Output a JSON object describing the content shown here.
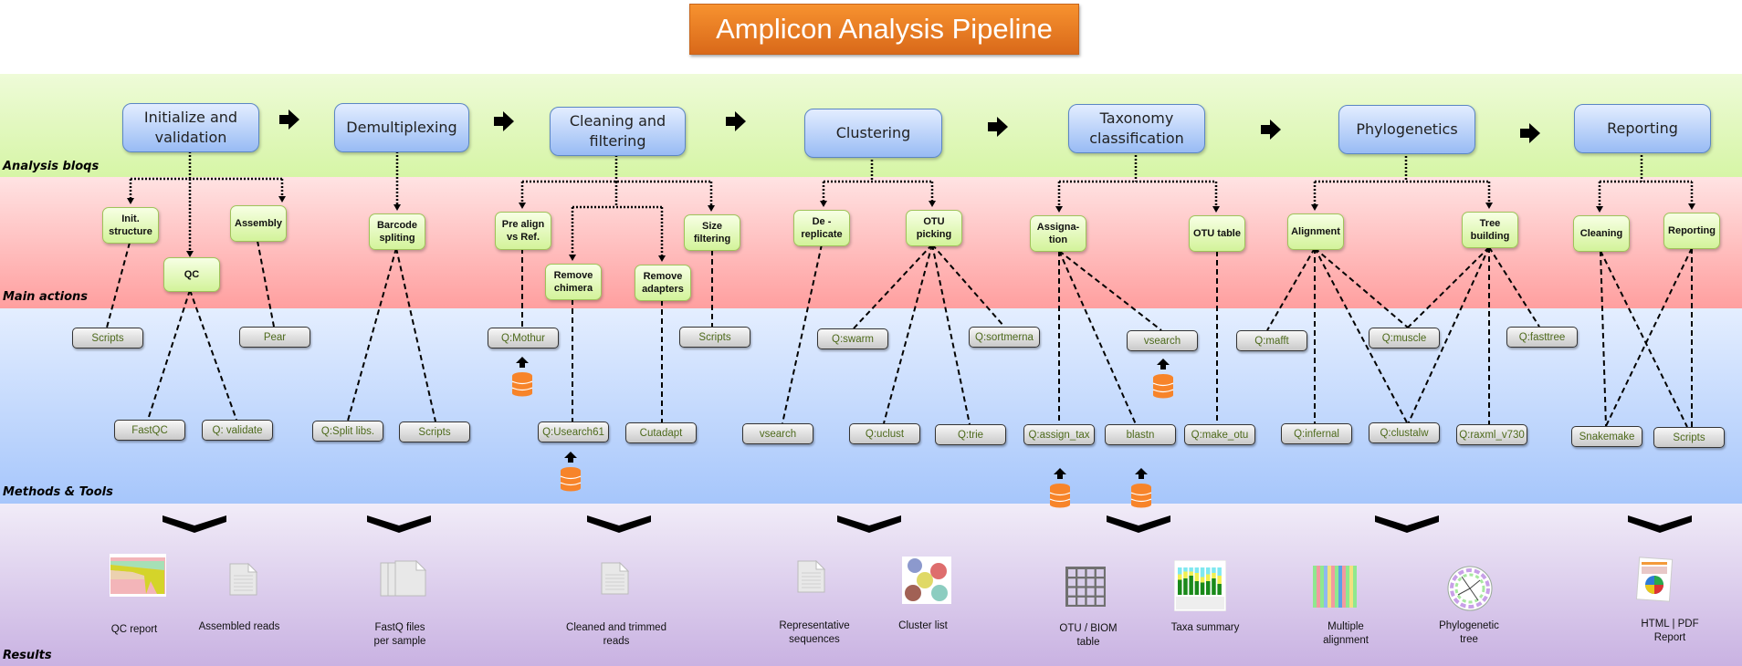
{
  "title": "Amplicon Analysis Pipeline",
  "bands": {
    "analysis": "Analysis bloqs",
    "actions": "Main actions",
    "tools": "Methods & Tools",
    "results": "Results"
  },
  "colors": {
    "title_bg": "#f08a2a",
    "analysis_band": "#d6f5a6",
    "actions_band": "#ff9f9f",
    "tools_band": "#a6c6fb",
    "results_band": "#c9b2e2",
    "bloq_fill": "#98bbf4",
    "action_fill": "#d3f39a",
    "tool_text": "#4e6a1c",
    "database": "#f7842a"
  },
  "bloqs": [
    {
      "id": "init",
      "label": "Initialize and\nvalidation"
    },
    {
      "id": "demux",
      "label": "Demultiplexing"
    },
    {
      "id": "clean",
      "label": "Cleaning and\nfiltering"
    },
    {
      "id": "cluster",
      "label": "Clustering"
    },
    {
      "id": "taxo",
      "label": "Taxonomy\nclassification"
    },
    {
      "id": "phylo",
      "label": "Phylogenetics"
    },
    {
      "id": "report",
      "label": "Reporting"
    }
  ],
  "actions": [
    {
      "id": "initstruct",
      "label": "Init.\nstructure",
      "bloq": "init"
    },
    {
      "id": "qc",
      "label": "QC",
      "bloq": "init"
    },
    {
      "id": "assembly",
      "label": "Assembly",
      "bloq": "init"
    },
    {
      "id": "barcode",
      "label": "Barcode\nspliting",
      "bloq": "demux"
    },
    {
      "id": "prealign",
      "label": "Pre align\nvs Ref.",
      "bloq": "clean"
    },
    {
      "id": "chimera",
      "label": "Remove\nchimera",
      "bloq": "clean"
    },
    {
      "id": "adapters",
      "label": "Remove\nadapters",
      "bloq": "clean"
    },
    {
      "id": "size",
      "label": "Size\nfiltering",
      "bloq": "clean"
    },
    {
      "id": "derep",
      "label": "De -\nreplicate",
      "bloq": "cluster"
    },
    {
      "id": "otupick",
      "label": "OTU\npicking",
      "bloq": "cluster"
    },
    {
      "id": "assign",
      "label": "Assigna-\ntion",
      "bloq": "taxo"
    },
    {
      "id": "otutable",
      "label": "OTU table",
      "bloq": "taxo"
    },
    {
      "id": "align",
      "label": "Alignment",
      "bloq": "phylo"
    },
    {
      "id": "tree",
      "label": "Tree\nbuilding",
      "bloq": "phylo"
    },
    {
      "id": "rclean",
      "label": "Cleaning",
      "bloq": "report"
    },
    {
      "id": "rreport",
      "label": "Reporting",
      "bloq": "report"
    }
  ],
  "tools": [
    {
      "id": "t_scripts1",
      "label": "Scripts",
      "actions": [
        "initstruct"
      ]
    },
    {
      "id": "t_pear",
      "label": "Pear",
      "actions": [
        "assembly"
      ]
    },
    {
      "id": "t_fastqc",
      "label": "FastQC",
      "actions": [
        "qc"
      ]
    },
    {
      "id": "t_qvalidate",
      "label": "Q: validate",
      "actions": [
        "qc"
      ]
    },
    {
      "id": "t_split",
      "label": "Q:Split libs.",
      "actions": [
        "barcode"
      ]
    },
    {
      "id": "t_scripts2",
      "label": "Scripts",
      "actions": [
        "barcode"
      ]
    },
    {
      "id": "t_mothur",
      "label": "Q:Mothur",
      "actions": [
        "prealign"
      ],
      "database": true
    },
    {
      "id": "t_usearch",
      "label": "Q:Usearch61",
      "actions": [
        "chimera"
      ],
      "database": true
    },
    {
      "id": "t_cutadapt",
      "label": "Cutadapt",
      "actions": [
        "adapters"
      ]
    },
    {
      "id": "t_scripts3",
      "label": "Scripts",
      "actions": [
        "size"
      ]
    },
    {
      "id": "t_vsearch1",
      "label": "vsearch",
      "actions": [
        "derep"
      ]
    },
    {
      "id": "t_swarm",
      "label": "Q:swarm",
      "actions": [
        "otupick"
      ]
    },
    {
      "id": "t_uclust",
      "label": "Q:uclust",
      "actions": [
        "otupick"
      ]
    },
    {
      "id": "t_trie",
      "label": "Q:trie",
      "actions": [
        "otupick"
      ]
    },
    {
      "id": "t_sortmerna",
      "label": "Q:sortmerna",
      "actions": [
        "otupick"
      ]
    },
    {
      "id": "t_vsearch2",
      "label": "vsearch",
      "actions": [
        "assign"
      ],
      "database": true
    },
    {
      "id": "t_assigntax",
      "label": "Q:assign_tax",
      "actions": [
        "assign"
      ],
      "database": true
    },
    {
      "id": "t_blastn",
      "label": "blastn",
      "actions": [
        "assign"
      ],
      "database": true
    },
    {
      "id": "t_makeotu",
      "label": "Q:make_otu",
      "actions": [
        "otutable"
      ]
    },
    {
      "id": "t_mafft",
      "label": "Q:mafft",
      "actions": [
        "align"
      ]
    },
    {
      "id": "t_infernal",
      "label": "Q:infernal",
      "actions": [
        "align"
      ]
    },
    {
      "id": "t_muscle",
      "label": "Q:muscle",
      "actions": [
        "align",
        "tree"
      ]
    },
    {
      "id": "t_clustalw",
      "label": "Q:clustalw",
      "actions": [
        "align",
        "tree"
      ]
    },
    {
      "id": "t_raxml",
      "label": "Q:raxml_v730",
      "actions": [
        "tree"
      ]
    },
    {
      "id": "t_fasttree",
      "label": "Q:fasttree",
      "actions": [
        "tree"
      ]
    },
    {
      "id": "t_snakemake",
      "label": "Snakemake",
      "actions": [
        "rclean",
        "rreport"
      ]
    },
    {
      "id": "t_scripts4",
      "label": "Scripts",
      "actions": [
        "rclean",
        "rreport"
      ]
    }
  ],
  "results": [
    {
      "id": "qcreport",
      "label": "QC report",
      "icon": "qc-chart-thumbnail"
    },
    {
      "id": "assembled",
      "label": "Assembled reads",
      "icon": "document-icon"
    },
    {
      "id": "fastq",
      "label": "FastQ files\nper sample",
      "icon": "documents-stack-icon"
    },
    {
      "id": "cleaned",
      "label": "Cleaned and trimmed\nreads",
      "icon": "document-icon"
    },
    {
      "id": "repseq",
      "label": "Representative\nsequences",
      "icon": "document-icon"
    },
    {
      "id": "clusterlist",
      "label": "Cluster list",
      "icon": "cluster-graph-thumbnail"
    },
    {
      "id": "otubiom",
      "label": "OTU / BIOM\ntable",
      "icon": "table-grid-icon"
    },
    {
      "id": "taxa",
      "label": "Taxa summary",
      "icon": "bar-chart-thumbnail"
    },
    {
      "id": "malign",
      "label": "Multiple\nalignment",
      "icon": "alignment-thumbnail"
    },
    {
      "id": "ptree",
      "label": "Phylogenetic\ntree",
      "icon": "circular-tree-thumbnail"
    },
    {
      "id": "htmlpdf",
      "label": "HTML | PDF\nReport",
      "icon": "report-pie-thumbnail"
    }
  ]
}
